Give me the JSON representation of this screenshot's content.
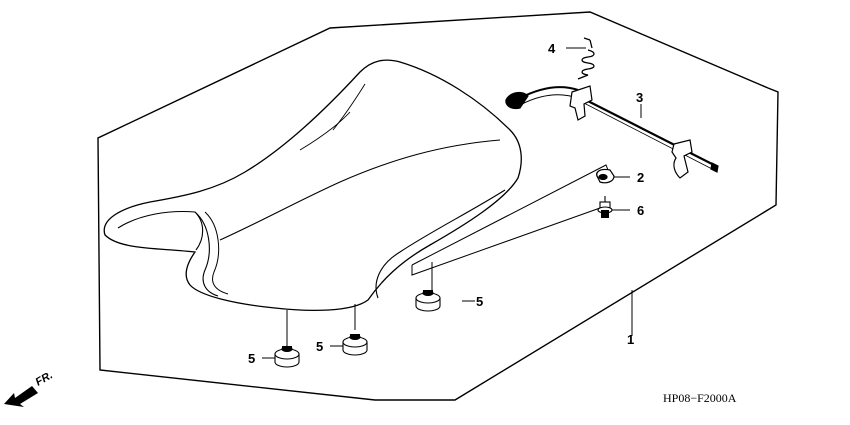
{
  "diagram": {
    "code": "HP08−F2000A",
    "direction": "FR.",
    "callouts": {
      "seat_assembly": "1",
      "stopper": "2",
      "lock_rod": "3",
      "spring": "4",
      "cushion_front_left": "5",
      "cushion_front_right": "5",
      "cushion_rear": "5",
      "bolt": "6"
    }
  }
}
